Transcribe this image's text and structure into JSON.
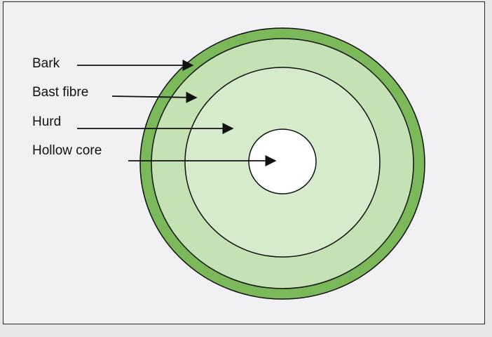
{
  "diagram": {
    "labels": {
      "bark": "Bark",
      "bast_fibre": "Bast fibre",
      "hurd": "Hurd",
      "hollow_core": "Hollow core"
    },
    "colors": {
      "bark": "#7ab85a",
      "bast_fibre": "#c4e2b4",
      "hurd": "#d6ebcb",
      "hollow_core": "#ffffff",
      "outline": "#111111",
      "arrow": "#111111"
    }
  }
}
